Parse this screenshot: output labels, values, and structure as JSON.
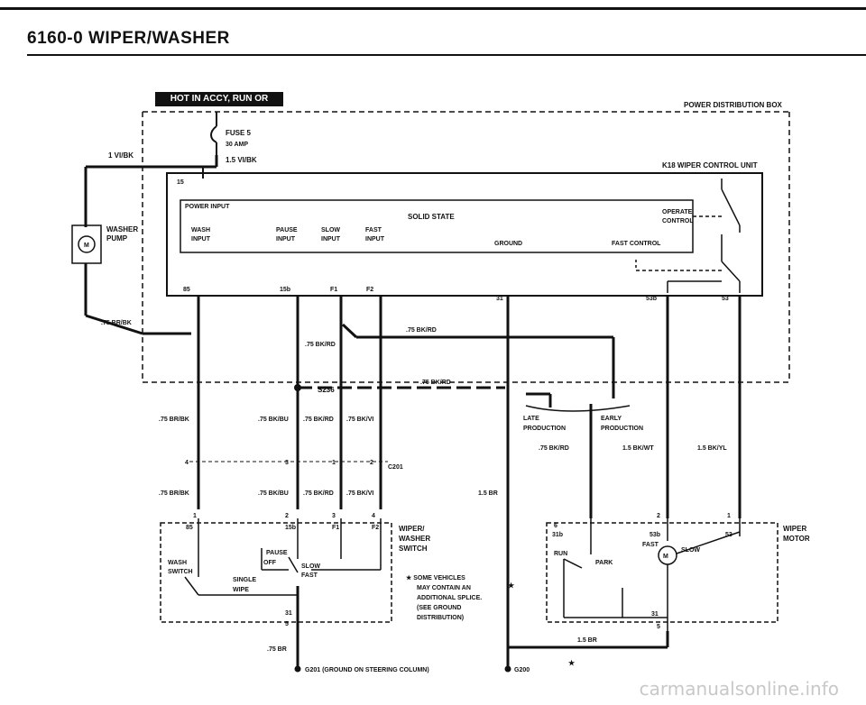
{
  "header": {
    "title": "6160-0   WIPER/WASHER"
  },
  "hot_label": "HOT IN ACCY, RUN OR START",
  "labels": {
    "power_distribution_box": "POWER DISTRIBUTION BOX",
    "fuse": "FUSE 5",
    "fuse_amp": "30 AMP",
    "wire_15vibk": "1.5 VI/BK",
    "wire_1vibk": "1 VI/BK",
    "k18": "K18 WIPER CONTROL UNIT",
    "pin_15": "15",
    "power_input": "POWER INPUT",
    "solid_state": "SOLID STATE",
    "wash_input_1": "WASH",
    "wash_input_2": "INPUT",
    "pause_input_1": "PAUSE",
    "pause_input_2": "INPUT",
    "slow_input_1": "SLOW",
    "slow_input_2": "INPUT",
    "fast_input_1": "FAST",
    "fast_input_2": "INPUT",
    "ground": "GROUND",
    "fast_control": "FAST CONTROL",
    "operate_control_1": "OPERATE",
    "operate_control_2": "CONTROL",
    "washer_pump_1": "WASHER",
    "washer_pump_2": "PUMP",
    "pin_85": "85",
    "pin_15b": "15b",
    "pin_f1": "F1",
    "pin_f2": "F2",
    "pin_31": "31",
    "pin_53b": "53b",
    "pin_53": "53",
    "wire_75brbk": ".75 BR/BK",
    "wire_75bkrd": ".75 BK/RD",
    "wire_75bkbu": ".75 BK/BU",
    "wire_75bkvi": ".75 BK/VI",
    "s236": "S236",
    "late_production_1": "LATE",
    "late_production_2": "PRODUCTION",
    "early_production_1": "EARLY",
    "early_production_2": "PRODUCTION",
    "wire_15bkwt": "1.5 BK/WT",
    "wire_15bkyl": "1.5 BK/YL",
    "wire_15br": "1.5 BR",
    "wire_75br": ".75 BR",
    "c201": "C201",
    "conn_4": "4",
    "conn_3": "3",
    "conn_1": "1",
    "conn_2": "2",
    "wiper_washer_switch_1": "WIPER/",
    "wiper_washer_switch_2": "WASHER",
    "wiper_washer_switch_3": "SWITCH",
    "wash_switch_1": "WASH",
    "wash_switch_2": "SWITCH",
    "pause": "PAUSE",
    "off": "OFF",
    "slow": "SLOW",
    "fast": "FAST",
    "single_wipe_1": "SINGLE",
    "single_wipe_2": "WIPE",
    "sw_85": "85",
    "sw_15b": "15b",
    "sw_f1": "F1",
    "sw_f2": "F2",
    "sw_31": "31",
    "sw_5": "5",
    "sw_1": "1",
    "sw_2": "2",
    "sw_3": "3",
    "sw_4": "4",
    "note_1": "★  SOME VEHICLES",
    "note_2": "MAY CONTAIN AN",
    "note_3": "ADDITIONAL SPLICE.",
    "note_4": "(SEE GROUND",
    "note_5": "DISTRIBUTION)",
    "wiper_motor_1": "WIPER",
    "wiper_motor_2": "MOTOR",
    "motor_31b": "31b",
    "motor_53b": "53b",
    "motor_53": "53",
    "motor_fast": "FAST",
    "motor_slow": "SLOW",
    "motor_run": "RUN",
    "motor_park": "PARK",
    "motor_31": "31",
    "motor_6": "6",
    "motor_2": "2",
    "motor_1": "1",
    "motor_5": "5",
    "g201": "G201  (GROUND ON STEERING COLUMN)",
    "g200": "G200",
    "star": "★"
  },
  "watermark": "carmanualsonline.info"
}
